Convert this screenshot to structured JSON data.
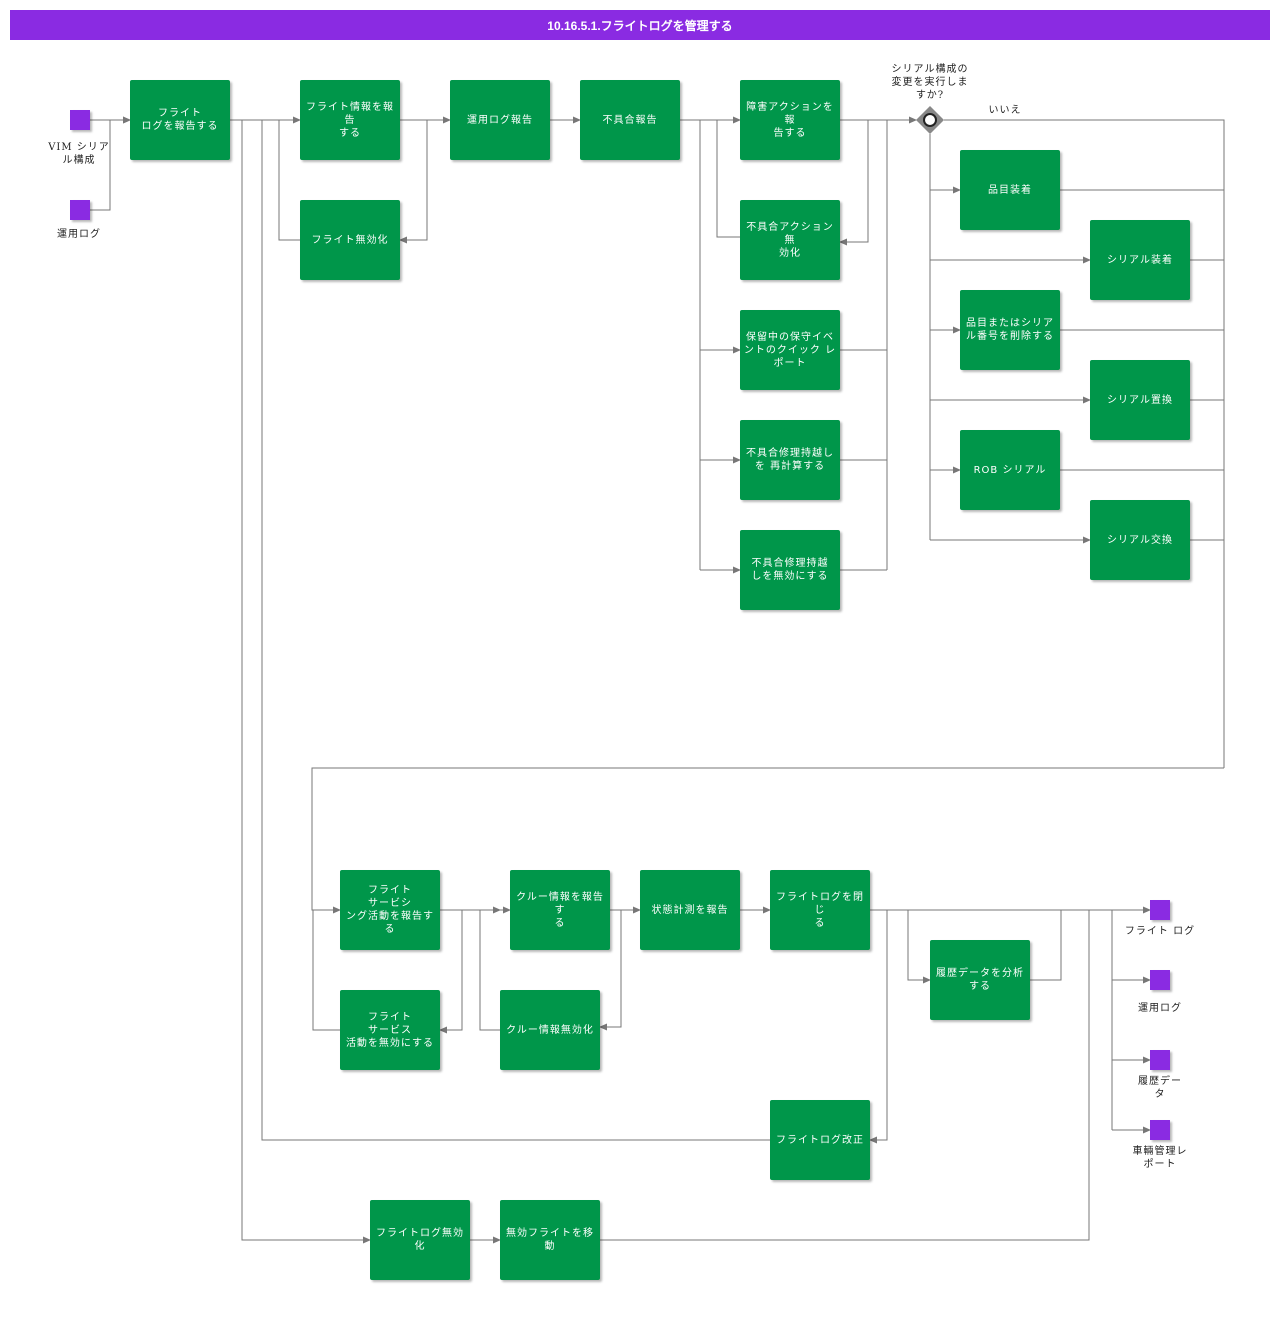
{
  "title": "10.16.5.1.フライトログを管理する",
  "inputs": {
    "vim_serial": "VIM シリア\nル構成",
    "operation_log": "運用ログ"
  },
  "tasks": {
    "report_flight_log": "フライト\nログを報告する",
    "report_flight_info": "フライト情報を報告\nする",
    "void_flight": "フライト無効化",
    "report_operation_log": "運用ログ報告",
    "report_defect": "不具合報告",
    "report_fault_action": "障害アクションを報\n告する",
    "void_defect_action": "不具合アクション無\n効化",
    "quick_report_pending": "保留中の保守イベ\nントのクイック レ\nポート",
    "recalc_deferral": "不具合修理持越し\nを 再計算する",
    "void_deferral": "不具合修理持越\nしを無効にする",
    "install_part": "品目装着",
    "install_serial": "シリアル装着",
    "remove_part_serial": "品目またはシリア\nル番号を削除する",
    "replace_serial": "シリアル置換",
    "rob_serial": "ROB シリアル",
    "swap_serial": "シリアル交換",
    "report_flight_servicing": "フライト\nサービシ\nング活動を報告する",
    "void_flight_servicing": "フライト\nサービス\n活動を無効にする",
    "report_crew_info": "クルー情報を報告す\nる",
    "void_crew_info": "クルー情報無効化",
    "report_condition_measure": "状態計測を報告",
    "close_flight_log": "フライトログを閉じ\nる",
    "analyze_history": "履歴データを分析\nする",
    "revise_flight_log": "フライトログ改正",
    "void_flight_log": "フライトログ無効化",
    "move_void_flight": "無効フライトを移動"
  },
  "gateway": {
    "question": "シリアル構成の\n変更を実行しま\nすか?",
    "no_label": "いいえ"
  },
  "outputs": {
    "flight_log": "フライト ログ",
    "operation_log": "運用ログ",
    "history_data": "履歴デー\nタ",
    "fleet_report": "車輛管理レ\nポート"
  },
  "colors": {
    "title_bar": "#8a2be2",
    "task": "#00964a",
    "data_object": "#8a2be2",
    "connector": "#777777"
  }
}
